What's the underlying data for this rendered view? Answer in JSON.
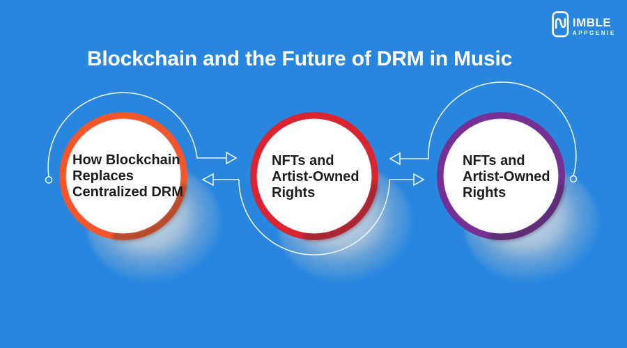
{
  "page": {
    "background_color": "#2886DF"
  },
  "logo": {
    "icon": "phone-swoosh-icon",
    "brand_top": "IMBLE",
    "brand_bottom": "APPGENIE"
  },
  "title": "Blockchain and the Future of DRM in Music",
  "diagram": {
    "connector_color": "#EAF4FF",
    "steps": [
      {
        "label": "How Blockchain Replaces Centralized DRM",
        "lines": [
          "How Blockchain",
          "Replaces",
          "Centralized DRM"
        ],
        "ring_color": "#F4562A",
        "ring_shade": "rgba(118,66,48,0.50)"
      },
      {
        "label": "NFTs and Artist-Owned Rights",
        "lines": [
          "NFTs and",
          "Artist-Owned",
          "Rights"
        ],
        "ring_color": "#DA2430",
        "ring_shade": "rgba(118,40,55,0.50)"
      },
      {
        "label": "NFTs and Artist-Owned Rights",
        "lines": [
          "NFTs and",
          "Artist-Owned",
          "Rights"
        ],
        "ring_color": "#762F93",
        "ring_shade": "rgba(66,42,88,0.50)"
      }
    ]
  }
}
